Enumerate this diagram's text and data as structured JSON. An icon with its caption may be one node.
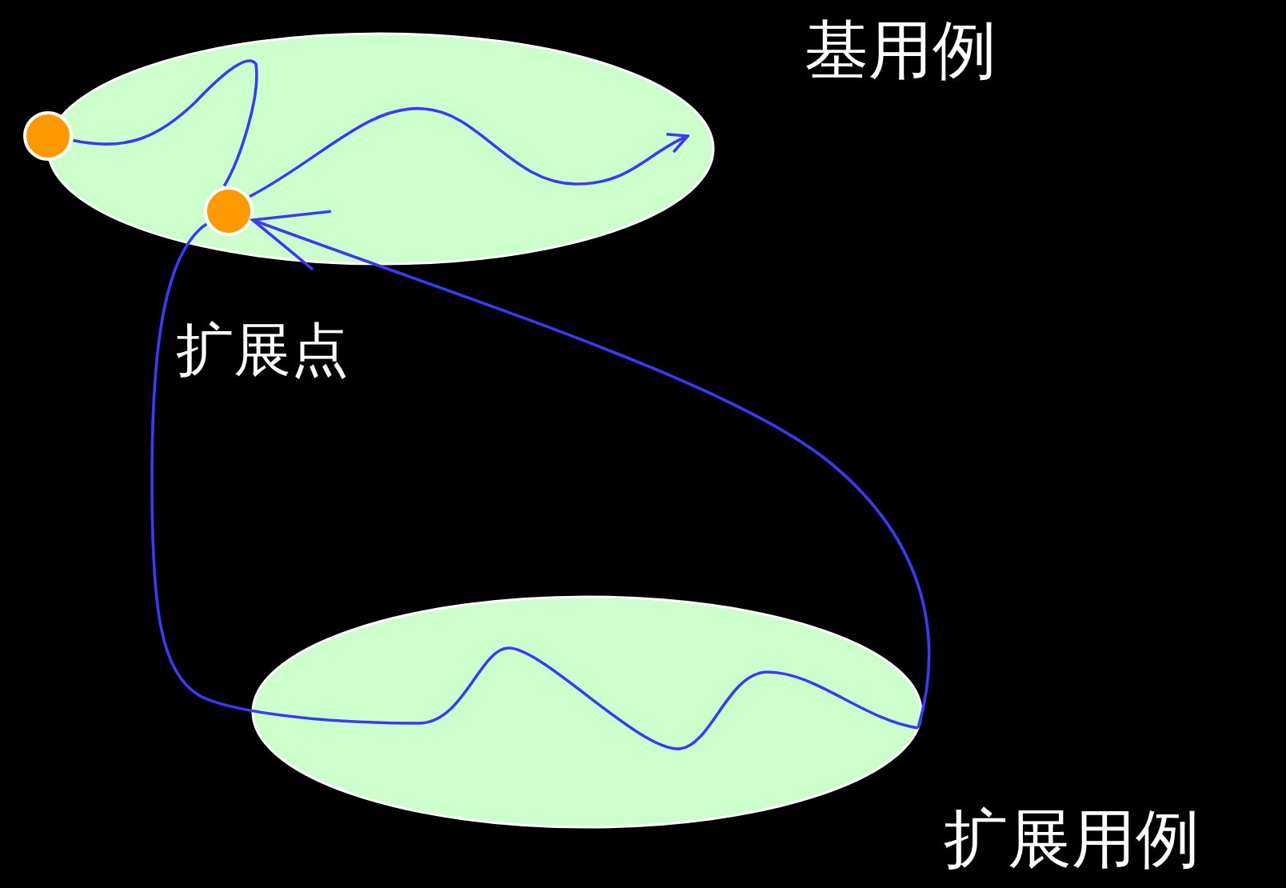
{
  "diagram": {
    "nodes": [
      {
        "text": [
          "基用例"
        ]
      },
      {
        "text": [],
        "shape": "circle",
        "in": 0
      },
      {
        "text": [],
        "shape": "circle",
        "in": 0,
        "beside": [
          "扩展点"
        ]
      },
      {
        "text": [
          "扩展用例"
        ]
      }
    ],
    "edges": [
      {
        "from": 1,
        "to": 2,
        "arrow": "none"
      },
      {
        "from": 2,
        "to": null,
        "arrow": "to"
      },
      {
        "from": 2,
        "to": 3,
        "arrow": "none"
      },
      {
        "from": 3,
        "to": 2,
        "arrow": "to"
      }
    ]
  }
}
